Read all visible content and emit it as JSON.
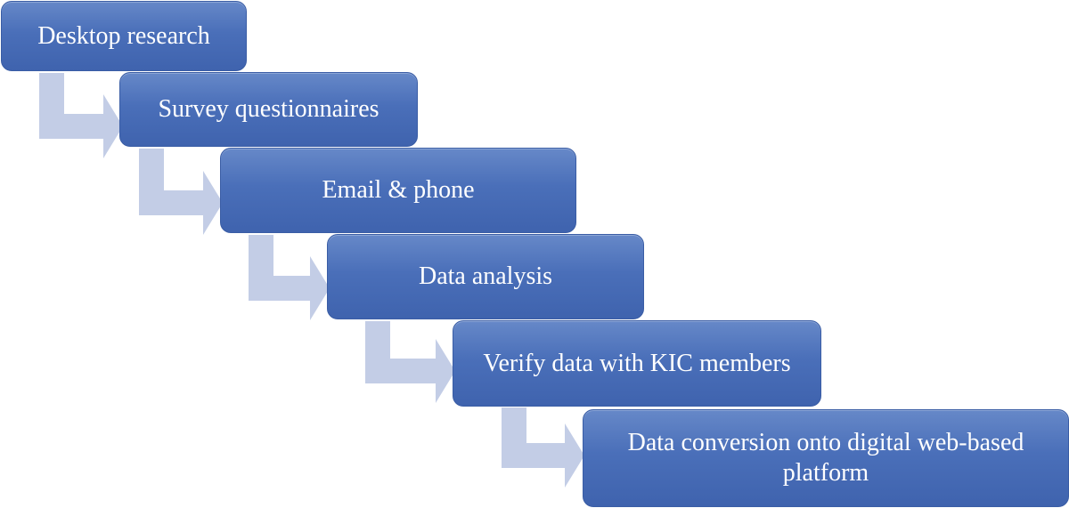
{
  "steps": [
    {
      "label": "Desktop research"
    },
    {
      "label": "Survey questionnaires"
    },
    {
      "label": "Email & phone"
    },
    {
      "label": "Data analysis"
    },
    {
      "label": "Verify data with KIC members"
    },
    {
      "label": "Data conversion onto digital web-based platform"
    }
  ],
  "colors": {
    "box_fill": "#4a6fb9",
    "box_border": "#3a5da5",
    "arrow_fill": "#c3cde6",
    "text": "#ffffff"
  }
}
